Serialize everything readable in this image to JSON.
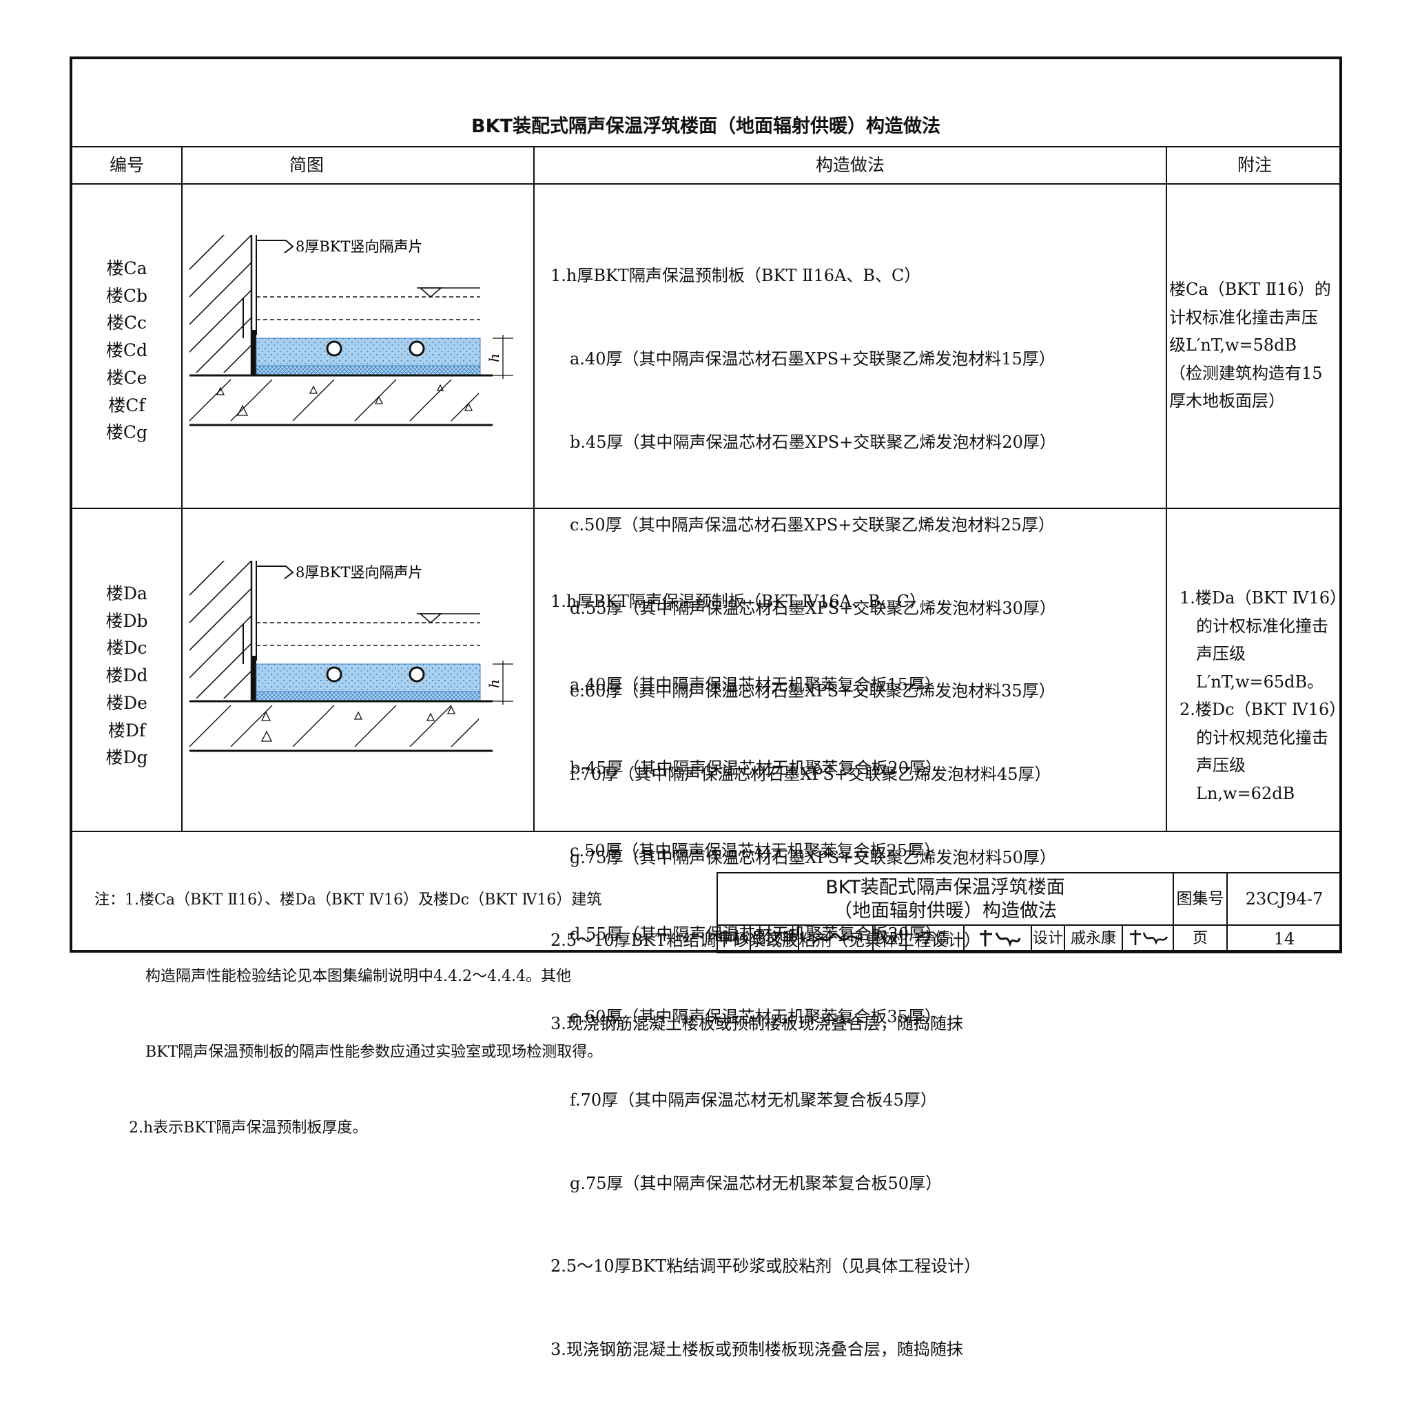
{
  "page_title": "BKT装配式隔声保温浮筑楼面（地面辐射供暖）构造做法",
  "columns": {
    "code": "编号",
    "diagram": "简图",
    "method": "构造做法",
    "notes": "附注"
  },
  "rows": [
    {
      "codes": [
        "楼Ca",
        "楼Cb",
        "楼Cc",
        "楼Cd",
        "楼Ce",
        "楼Cf",
        "楼Cg"
      ],
      "diagram_callout": "8厚BKT竖向隔声片",
      "diagram_dim": "h",
      "method": [
        "1.h厚BKT隔声保温预制板（BKT Ⅱ16A、B、C）",
        "a.40厚（其中隔声保温芯材石墨XPS+交联聚乙烯发泡材料15厚）",
        "b.45厚（其中隔声保温芯材石墨XPS+交联聚乙烯发泡材料20厚）",
        "c.50厚（其中隔声保温芯材石墨XPS+交联聚乙烯发泡材料25厚）",
        "d.55厚（其中隔声保温芯材石墨XPS+交联聚乙烯发泡材料30厚）",
        "e.60厚（其中隔声保温芯材石墨XPS+交联聚乙烯发泡材料35厚）",
        "f.70厚（其中隔声保温芯材石墨XPS+交联聚乙烯发泡材料45厚）",
        "g.75厚（其中隔声保温芯材石墨XPS+交联聚乙烯发泡材料50厚）",
        "2.5～10厚BKT粘结调平砂浆或胶粘剂（见具体工程设计）",
        "3.现浇钢筋混凝土楼板或预制楼板现浇叠合层，随捣随抹"
      ],
      "notes": [
        "楼Ca（BKT Ⅱ16）的",
        "计权标准化撞击声压",
        "级L′nT,w=58dB",
        "（检测建筑构造有15",
        "厚木地板面层）"
      ]
    },
    {
      "codes": [
        "楼Da",
        "楼Db",
        "楼Dc",
        "楼Dd",
        "楼De",
        "楼Df",
        "楼Dg"
      ],
      "diagram_callout": "8厚BKT竖向隔声片",
      "diagram_dim": "h",
      "method": [
        "1.h厚BKT隔声保温预制板（BKT Ⅳ16A、B、C）",
        "a.40厚（其中隔声保温芯材无机聚苯复合板15厚）",
        "b.45厚（其中隔声保温芯材无机聚苯复合板20厚）",
        "c.50厚（其中隔声保温芯材无机聚苯复合板25厚）",
        "d.55厚（其中隔声保温芯材无机聚苯复合板30厚）",
        "e.60厚（其中隔声保温芯材无机聚苯复合板35厚）",
        "f.70厚（其中隔声保温芯材无机聚苯复合板45厚）",
        "g.75厚（其中隔声保温芯材无机聚苯复合板50厚）",
        "2.5～10厚BKT粘结调平砂浆或胶粘剂（见具体工程设计）",
        "3.现浇钢筋混凝土楼板或预制楼板现浇叠合层，随捣随抹"
      ],
      "notes": [
        "1.楼Da（BKT Ⅳ16）",
        "的计权标准化撞击",
        "声压级L′nT,w=65dB。",
        "2.楼Dc（BKT Ⅳ16）",
        "的计权规范化撞击",
        "声压级Ln,w=62dB"
      ]
    }
  ],
  "footnotes": [
    "注：1.楼Ca（BKT Ⅱ16）、楼Da（BKT Ⅳ16）及楼Dc（BKT Ⅳ16）建筑",
    "构造隔声性能检验结论见本图集编制说明中4.4.2～4.4.4。其他",
    "BKT隔声保温预制板的隔声性能参数应通过实验室或现场检测取得。",
    "2.h表示BKT隔声保温预制板厚度。"
  ],
  "title_block": {
    "title_line1": "BKT装配式隔声保温浮筑楼面",
    "title_line2": "（地面辐射供暖）构造做法",
    "atlas_label": "图集号",
    "atlas_no": "23CJ94-7",
    "review_label": "审核",
    "reviewer": "吕文季",
    "check_label": "校对",
    "checker": "李倩",
    "design_label": "设计",
    "designer": "戚永康",
    "page_label": "页",
    "page_no": "14"
  },
  "colors": {
    "line": "#111111",
    "insulation": "#a9d0ee",
    "insulation_dots": "#3d7fc0"
  }
}
